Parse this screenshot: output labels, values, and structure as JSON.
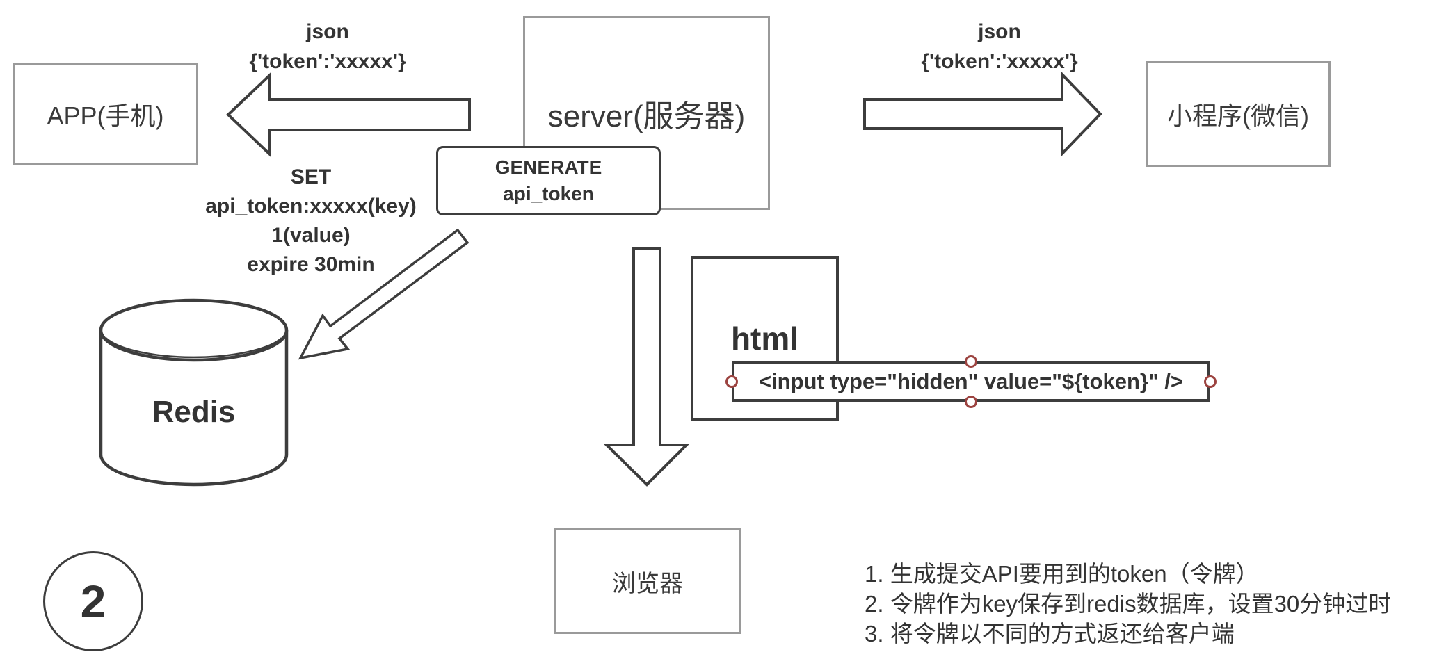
{
  "diagram": {
    "nodes": {
      "app": {
        "label": "APP(手机)"
      },
      "server": {
        "label": "server(服务器)"
      },
      "miniprogram": {
        "label": "小程序(微信)"
      },
      "generate": {
        "line1": "GENERATE",
        "line2": "api_token"
      },
      "redis": {
        "label": "Redis"
      },
      "html": {
        "label": "html"
      },
      "input_snippet": {
        "code": "<input type=\"hidden\" value=\"${token}\" />"
      },
      "browser": {
        "label": "浏览器"
      }
    },
    "labels": {
      "json_left": {
        "line1": "json",
        "line2": "{'token':'xxxxx'}"
      },
      "json_right": {
        "line1": "json",
        "line2": "{'token':'xxxxx'}"
      },
      "redis_set": {
        "line1": "SET",
        "line2": "api_token:xxxxx(key)",
        "line3": "1(value)",
        "line4": "expire 30min"
      }
    },
    "step_badge": "2",
    "notes": [
      "1. 生成提交API要用到的token（令牌）",
      "2. 令牌作为key保存到redis数据库，设置30分钟过时",
      "3. 将令牌以不同的方式返还给客户端"
    ],
    "colors": {
      "stroke_dark": "#3d3d3d",
      "stroke_light": "#9a9a9a",
      "text": "#333333",
      "handle": "#9c4340",
      "background": "#ffffff"
    }
  }
}
